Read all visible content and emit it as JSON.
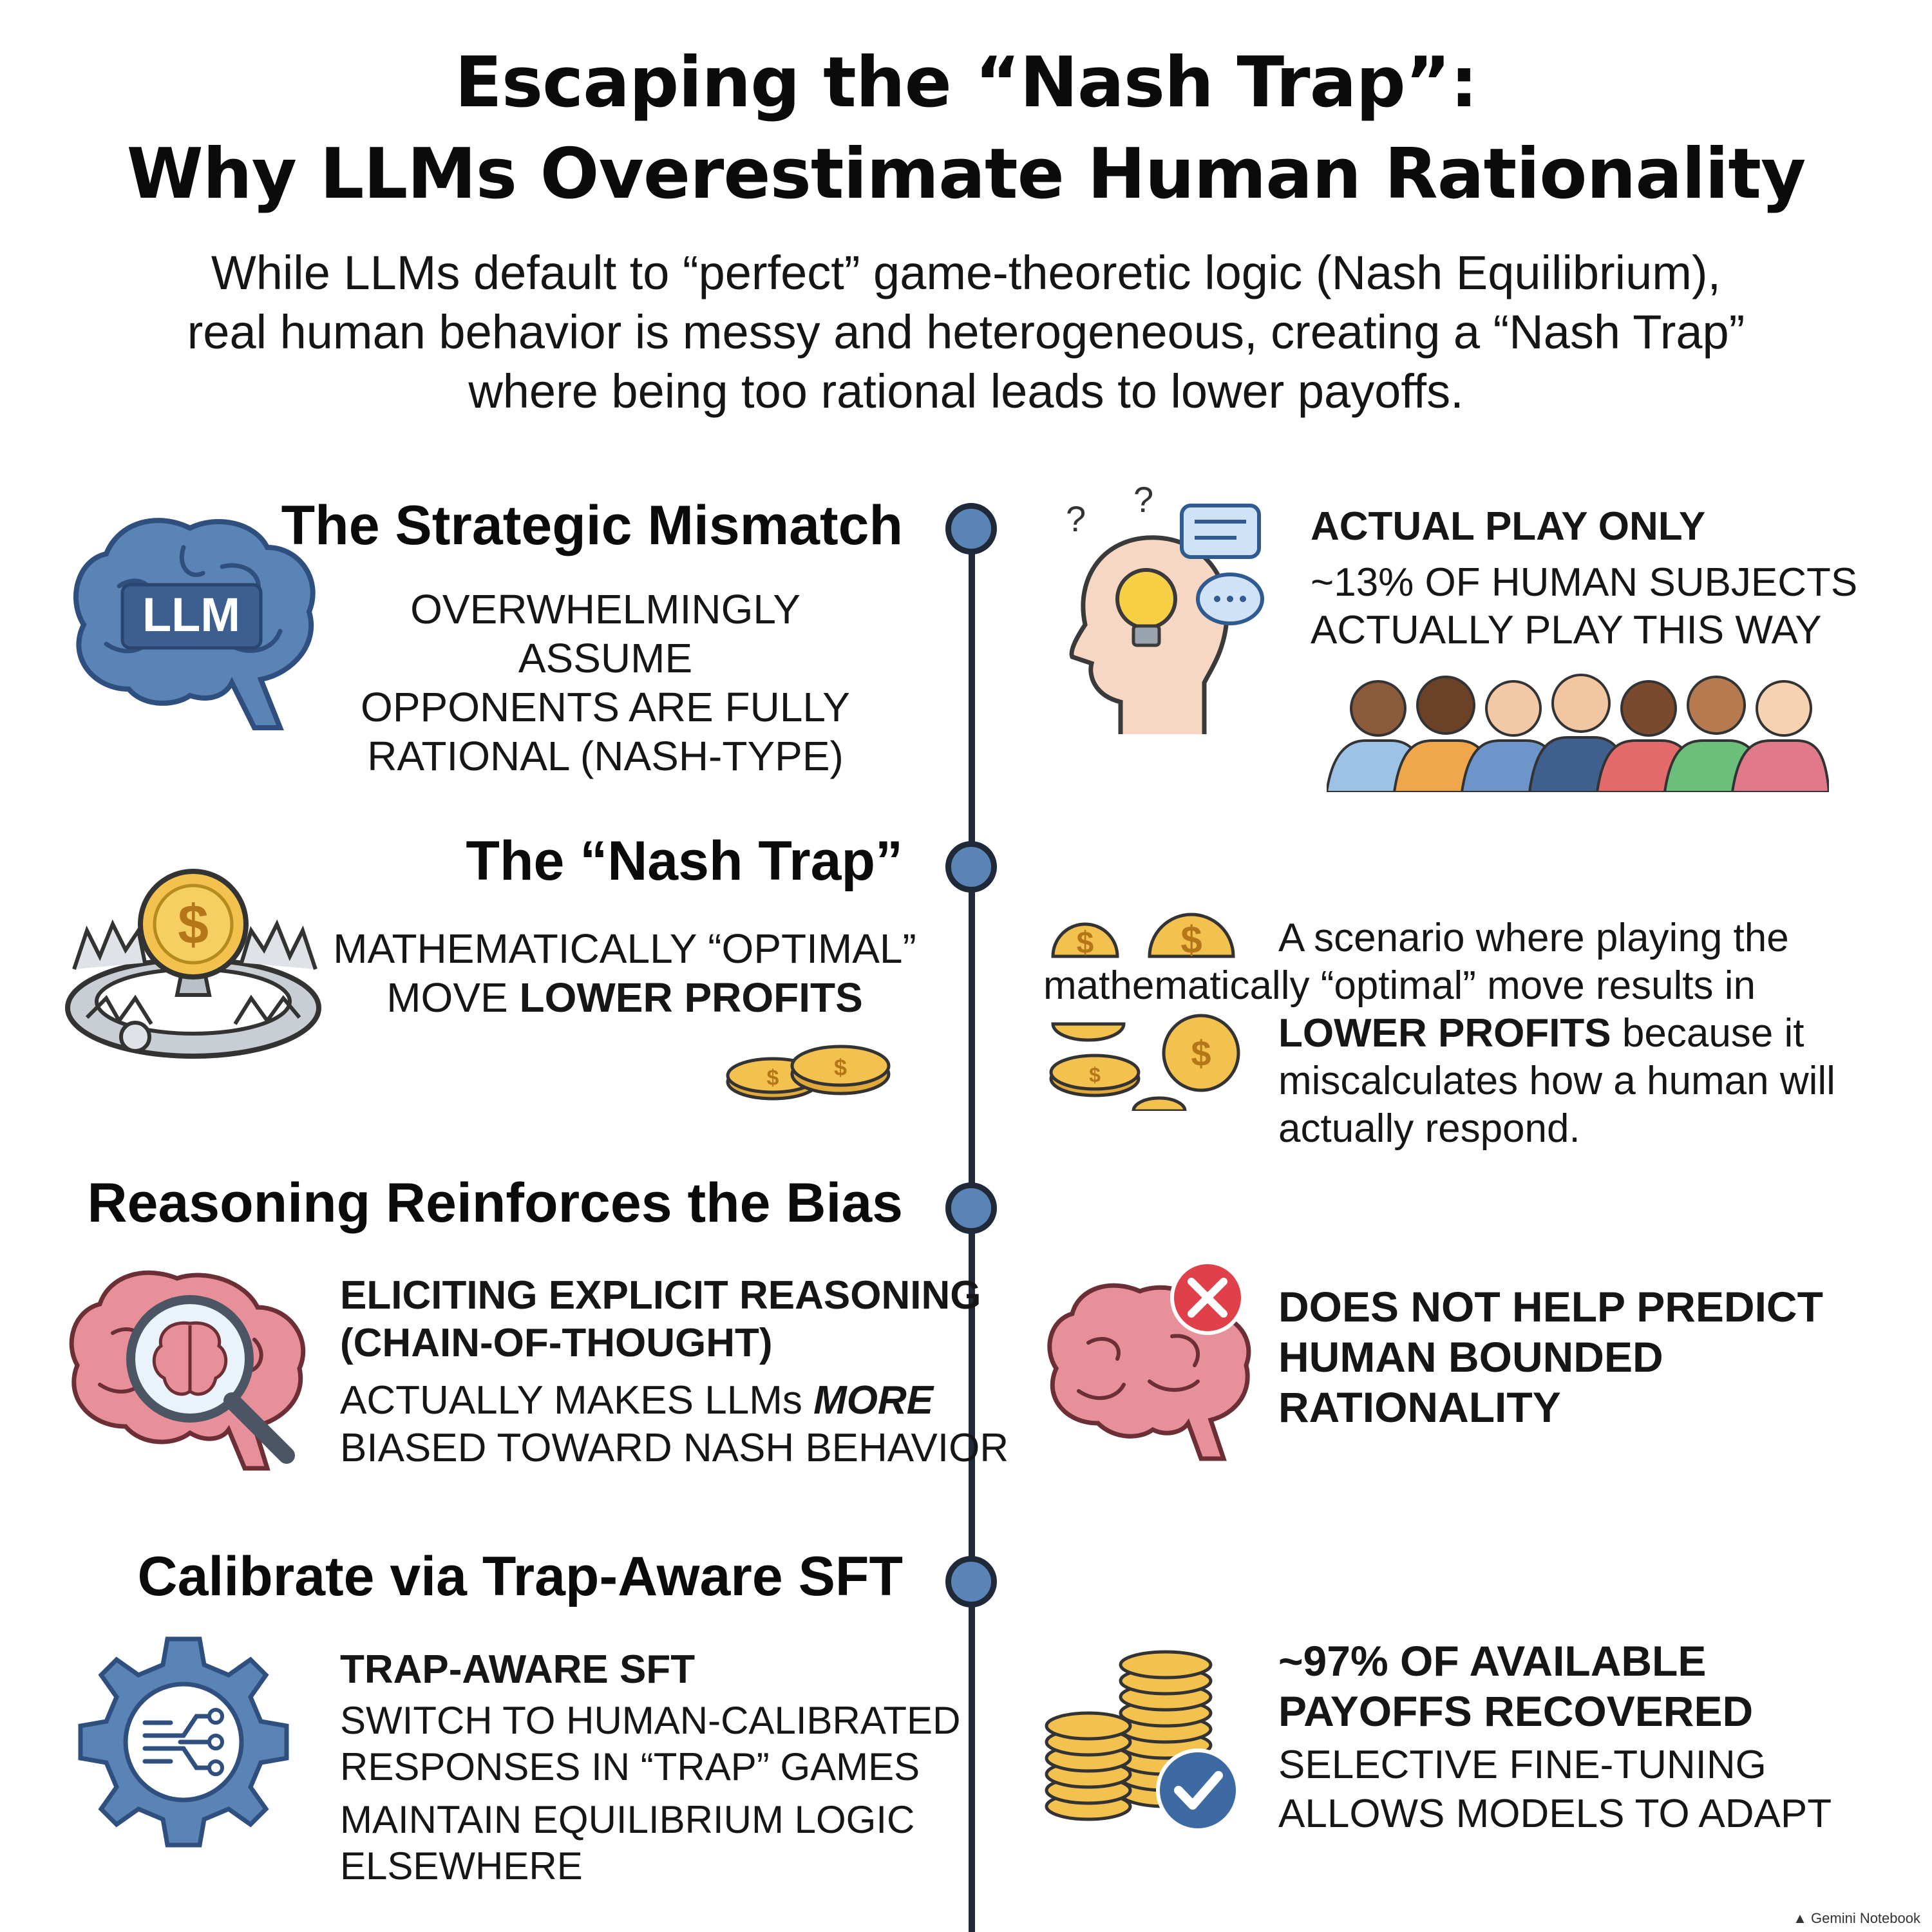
{
  "title": {
    "line1": "Escaping the “Nash Trap”:",
    "line2": "Why LLMs Overestimate Human Rationality"
  },
  "subtitle": {
    "line1": "While LLMs default to “perfect” game-theoretic logic (Nash Equilibrium),",
    "line2": "real human behavior is messy and heterogeneous, creating a “Nash Trap”",
    "line3": "where being too rational leads to lower payoffs."
  },
  "sections": [
    {
      "title": "The Strategic Mismatch",
      "icon": "llm-brain-icon",
      "icon_label": "LLM",
      "left_lines": [
        "OVERWHELMINGLY ASSUME",
        "OPPONENTS ARE FULLY",
        "RATIONAL (NASH-TYPE)"
      ],
      "right_icon": "thinking-head-lightbulb-icon",
      "right_heading": "ACTUAL PLAY ONLY",
      "right_lines": [
        "~13% OF HUMAN SUBJECTS",
        "ACTUALLY PLAY THIS WAY"
      ],
      "people_icon": "diverse-people-group-icon"
    },
    {
      "title": "The “Nash Trap”",
      "icon": "bear-trap-coin-icon",
      "left_line1": "MATHEMATICALLY “OPTIMAL”",
      "left_line2_plain": "MOVE ",
      "left_line2_bold": "LOWER PROFITS",
      "coins_icon": "gold-coins-icon",
      "right_icon": "scattered-coins-icon",
      "right_line1": "A scenario where playing the",
      "right_line2": "mathematically “optimal” move results in",
      "right_line3_bold": "LOWER PROFITS",
      "right_line3_plain": " because it",
      "right_line4": "miscalculates how a human will",
      "right_line5": "actually respond."
    },
    {
      "title": "Reasoning Reinforces the Bias",
      "icon": "brain-magnifier-icon",
      "left_heading": [
        "ELICITING EXPLICIT REASONING",
        "(CHAIN-OF-THOUGHT)"
      ],
      "left_line1_plain": "ACTUALLY MAKES LLMs ",
      "left_line1_em": "MORE",
      "left_line2": "BIASED TOWARD NASH BEHAVIOR",
      "right_icon": "brain-error-icon",
      "right_heading": [
        "DOES NOT HELP PREDICT",
        "HUMAN BOUNDED",
        "RATIONALITY"
      ]
    },
    {
      "title": "Calibrate via Trap-Aware SFT",
      "icon": "gear-circuit-icon",
      "left_heading": "TRAP-AWARE SFT",
      "left_lines": [
        "SWITCH TO HUMAN-CALIBRATED",
        "RESPONSES IN “TRAP” GAMES",
        "MAINTAIN EQUILIBRIUM LOGIC",
        "ELSEWHERE"
      ],
      "right_icon": "coin-stacks-check-icon",
      "right_heading": [
        "~97% OF AVAILABLE",
        "PAYOFFS RECOVERED"
      ],
      "right_lines": [
        "SELECTIVE FINE-TUNING",
        "ALLOWS MODELS TO ADAPT"
      ]
    }
  ],
  "footer": "Gemini Notebook",
  "colors": {
    "timeline": "#1f2937",
    "node": "#5b84b6",
    "brain_blue": "#5b84b6",
    "brain_pink": "#e8909a",
    "coin_gold": "#f2c14e",
    "error_red": "#e0404a",
    "check_blue": "#3e6aa3"
  }
}
